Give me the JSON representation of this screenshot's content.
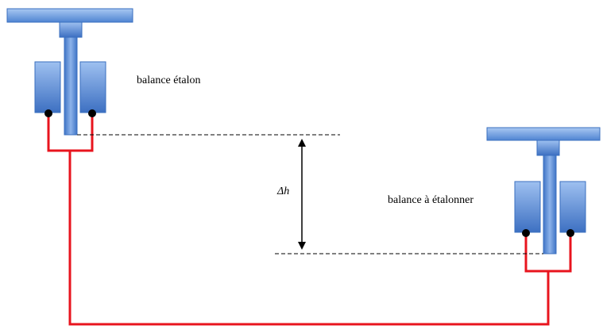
{
  "labels": {
    "reference_balance": "balance étalon",
    "balance_to_calibrate": "balance à étalonner",
    "height_difference": "Δh"
  },
  "colors": {
    "blue_light": "#8fb5ea",
    "blue_dark": "#3a6fbf",
    "blue_mid": "#5b8fd8",
    "pipe": "#e8141e",
    "dashed": "#000000",
    "arrow": "#000000"
  }
}
